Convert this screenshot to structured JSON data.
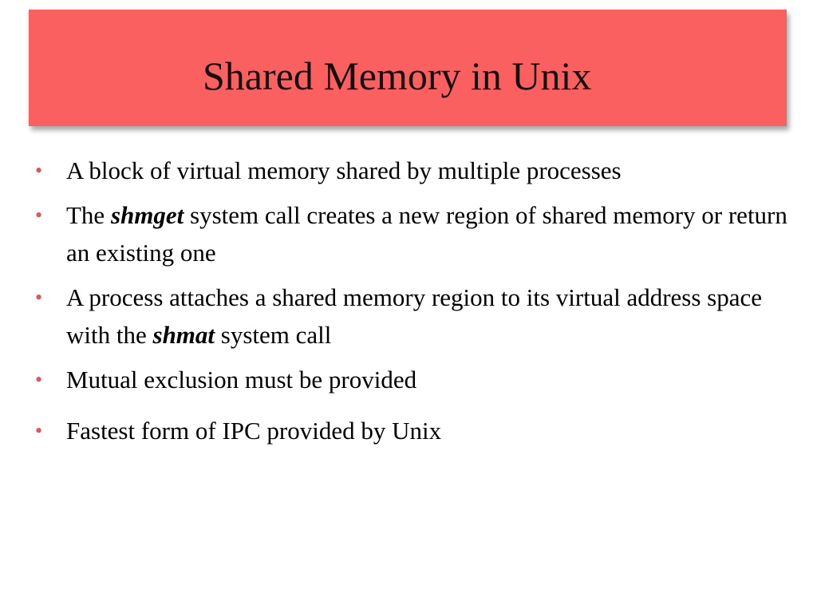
{
  "title": "Shared Memory in Unix",
  "bullets": [
    {
      "text": "A block of virtual memory shared by multiple processes"
    },
    {
      "before": "The ",
      "term": "shmget",
      "after": " system call creates a new region of shared memory or return an existing one"
    },
    {
      "before": "A process attaches a shared memory region to its virtual address space with the ",
      "term": "shmat",
      "after": " system call"
    },
    {
      "text": "Mutual exclusion must be provided"
    },
    {
      "text": "Fastest form of IPC provided by Unix"
    }
  ],
  "colors": {
    "title_bar": "#fb6060",
    "bullet_dot": "#e0555a"
  }
}
